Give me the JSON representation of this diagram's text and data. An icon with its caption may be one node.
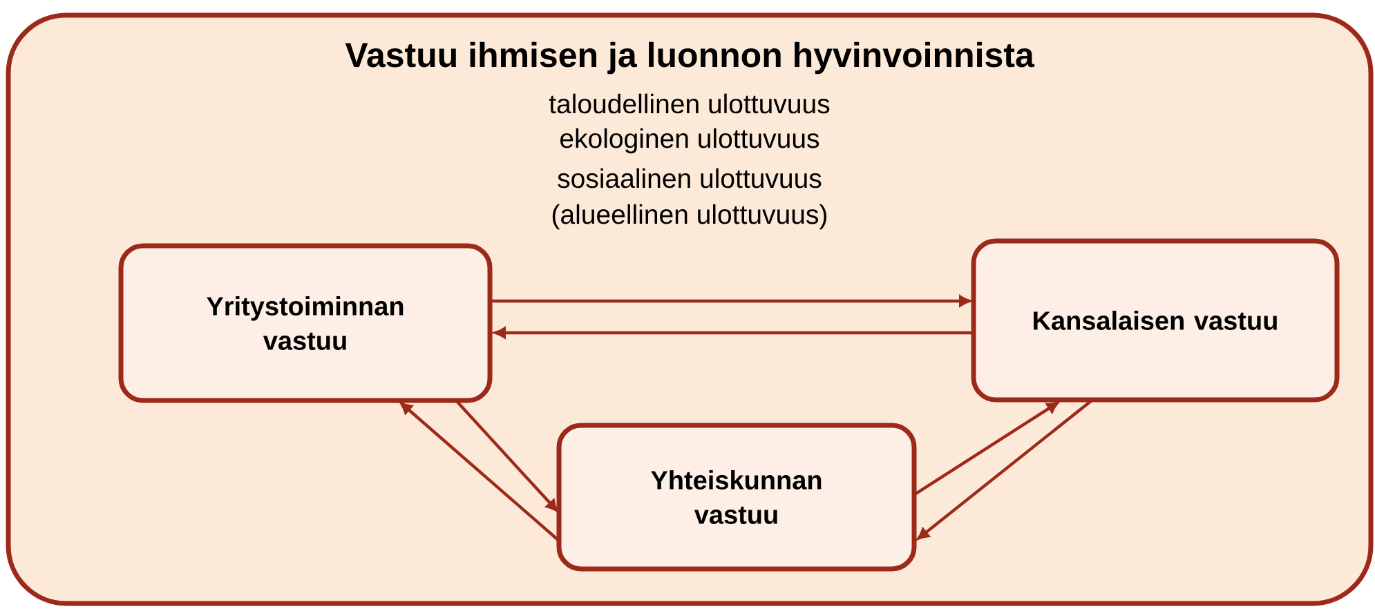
{
  "diagram": {
    "nodes": [
      {
        "text": [
          "Vastuu ihmisen ja luonnon hyvinvoinnista",
          "taloudellinen ulottuvuus",
          "ekologinen ulottuvuus",
          "sosiaalinen ulottuvuus",
          "(alueellinen ulottuvuus)"
        ]
      },
      {
        "text": [
          "Yritystoiminnan vastuu"
        ],
        "in": 0
      },
      {
        "text": [
          "Kansalaisen vastuu"
        ],
        "in": 0
      },
      {
        "text": [
          "Yhteiskunnan vastuu"
        ],
        "in": 0
      }
    ],
    "edges": [
      {
        "from": 1,
        "to": 2,
        "arrow": "to"
      },
      {
        "from": 2,
        "to": 1,
        "arrow": "to"
      },
      {
        "from": 3,
        "to": 1,
        "arrow": "to"
      },
      {
        "from": 1,
        "to": 3,
        "arrow": "to"
      },
      {
        "from": 3,
        "to": 2,
        "arrow": "to"
      },
      {
        "from": 2,
        "to": 3,
        "arrow": "to"
      }
    ]
  }
}
